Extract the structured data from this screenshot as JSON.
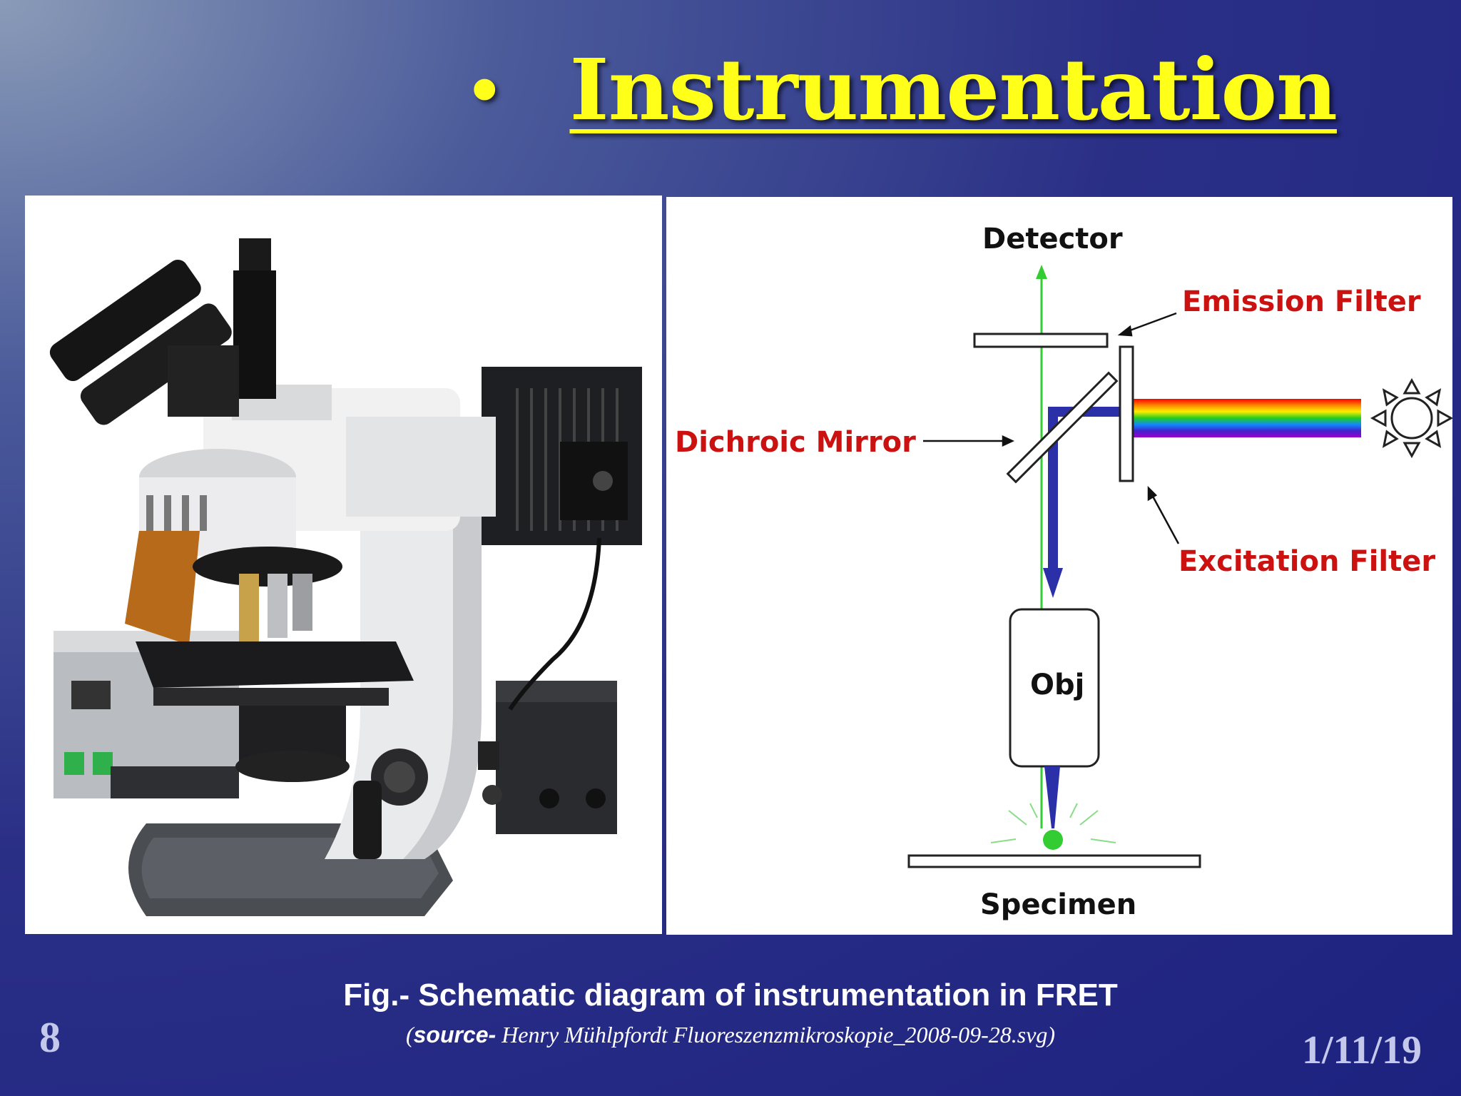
{
  "slide": {
    "bullet": "•",
    "title": "Instrumentation",
    "caption": "Fig.- Schematic diagram of instrumentation in FRET",
    "source_open": "(",
    "source_label": "source-",
    "source_text": " Henry Mühlpfordt Fluoreszenzmikroskopie_2008-09-28.svg",
    "source_close": ")",
    "page_number": "8",
    "date": "1/11/19"
  },
  "diagram": {
    "detector": "Detector",
    "emission_filter": "Emission Filter",
    "dichroic_mirror": "Dichroic Mirror",
    "excitation_filter": "Excitation Filter",
    "objective": "Obj",
    "specimen": "Specimen"
  },
  "colors": {
    "title": "#ffff1a",
    "label_red": "#cc1111",
    "excitation_light": "#2b2fa8",
    "emission_light": "#33cc33"
  }
}
